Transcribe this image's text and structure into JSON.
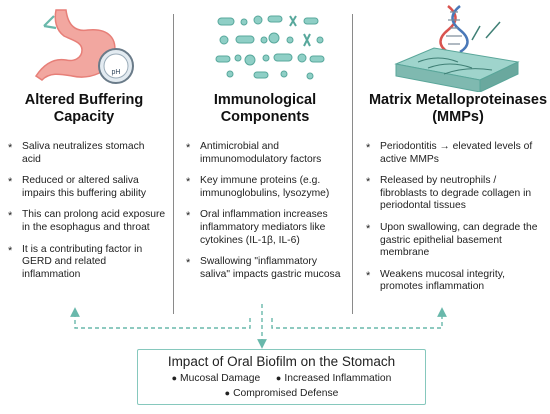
{
  "columns": [
    {
      "heading_lines": [
        "Altered Buffering",
        "Capacity"
      ],
      "icon": "stomach-ph-icon",
      "icon_label": "pH",
      "bullets": [
        "Saliva neutralizes stomach acid",
        "Reduced or altered saliva impairs this buffering ability",
        "This can prolong acid exposure in the esophagus and throat",
        "It is a contributing factor in GERD and related inflammation"
      ]
    },
    {
      "heading_lines": [
        "Immunological",
        "Components"
      ],
      "icon": "microbes-cells-icon",
      "bullets": [
        "Antimicrobial and immunomodulatory factors",
        "Key immune proteins (e.g. immunoglobulins, lysozyme)",
        "Oral inflammation increases inflammatory mediators like cytokines (IL-1β, IL-6)",
        "Swallowing \"inflammatory saliva\" impacts gastric mucosa"
      ]
    },
    {
      "heading_lines": [
        "Matrix Metalloproteinases",
        "(MMPs)"
      ],
      "icon": "dna-tissue-icon",
      "bullets": [
        "Periodontitis → elevated levels of active MMPs",
        "Released by neutrophils / fibroblasts to degrade collagen in periodontal tissues",
        "Upon swallowing, can degrade the gastric epithelial basement membrane",
        "Weakens mucosal integrity, promotes inflammation"
      ]
    }
  ],
  "impact": {
    "title": "Impact of Oral Biofilm on the Stomach",
    "items": [
      "Mucosal Damage",
      "Increased Inflammation",
      "Compromised Defense"
    ]
  },
  "colors": {
    "arrow": "#69b8ab",
    "stomach": "#f2a7a0",
    "stomach_dark": "#e77f78",
    "microbe": "#8fcfc6",
    "dna_red": "#d9534f",
    "dna_blue": "#4a78b8"
  }
}
